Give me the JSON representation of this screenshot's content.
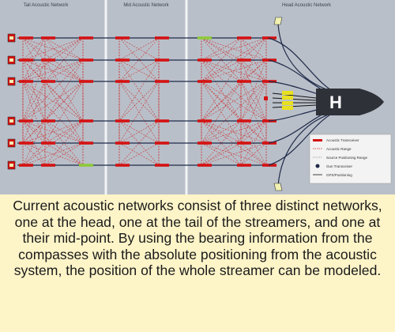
{
  "diagram": {
    "networks": [
      {
        "label": "Tail Acoustic Network"
      },
      {
        "label": "Mid Acoustic Network"
      },
      {
        "label": "Head Acoustic Network"
      }
    ],
    "vessel_label": "H",
    "legend": {
      "items": [
        {
          "label": "Acoustic Transceiver"
        },
        {
          "label": "Acoustic Range"
        },
        {
          "label": "Source Positioning Range"
        },
        {
          "label": "Gun Transceiver"
        },
        {
          "label": "GPS/Positioning"
        }
      ]
    },
    "colors": {
      "background": "#b9bfc8",
      "streamer": "#1f2a4a",
      "transceiver": "#d41212",
      "acoustic_range": "#cc2222",
      "compass": "#8fca3a",
      "tailbuoy": "#f0f0b0",
      "vessel": "#2e3238",
      "source": "#e8e020"
    }
  },
  "caption": {
    "text": "Current acoustic networks consist of three distinct networks, one at the head, one at the tail of the streamers, and one at their mid-point. By using the bearing information from the compasses with the absolute positioning from the acoustic system, the position of the whole streamer can be modeled."
  }
}
